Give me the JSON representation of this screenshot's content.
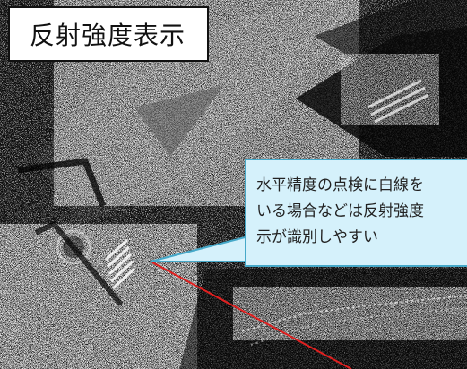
{
  "image": {
    "title": "反射強度表示",
    "callout_lines": [
      "水平精度の点検に白線を",
      "いる場合などは反射強度",
      "示が識別しやすい"
    ],
    "colors": {
      "title_background": "#ffffff",
      "title_border": "#111111",
      "callout_fill": "#d5f1fb",
      "callout_border": "#46a9c9",
      "pointer_line": "#e02020"
    }
  }
}
